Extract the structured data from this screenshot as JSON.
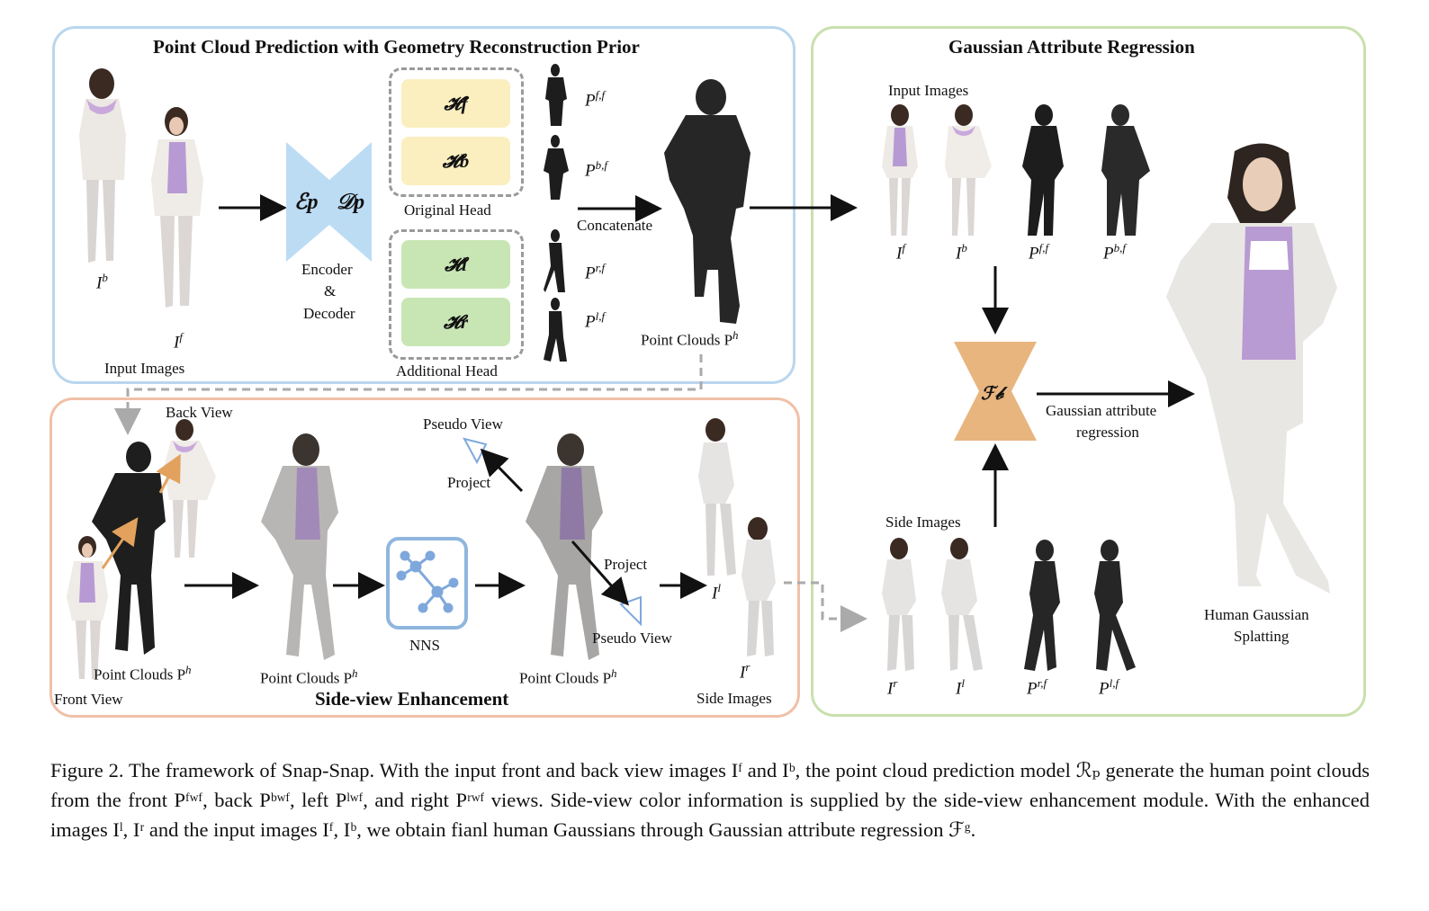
{
  "colors": {
    "panel_top_left": "#b9d6ee",
    "panel_bottom_left": "#f0c0a6",
    "panel_right": "#c9e0ad",
    "encoder": "#bcdcf4",
    "head_original": "#fbefc0",
    "head_additional": "#c8e6b4",
    "fg_block": "#e8b57f",
    "nns_border": "#8fb6de"
  },
  "top_left_panel": {
    "title": "Point Cloud Prediction with Geometry Reconstruction Prior",
    "input_images_label": "Input Images",
    "sym_ib": "I",
    "sym_ib_sup": "b",
    "sym_if": "I",
    "sym_if_sup": "f",
    "encoder_symbols": "ℰp    𝒟p",
    "encoder_label_1": "Encoder",
    "encoder_label_2": "&",
    "encoder_label_3": "Decoder",
    "heads": [
      "𝓗f",
      "𝓗b",
      "𝓗l",
      "𝓗r"
    ],
    "original_head_label": "Original Head",
    "additional_head_label": "Additional Head",
    "pc_labels": [
      "P",
      "P",
      "P",
      "P"
    ],
    "pc_sups": [
      "f,f",
      "b,f",
      "r,f",
      "l,f"
    ],
    "concatenate_label": "Concatenate",
    "point_clouds_label": "Point Clouds P",
    "point_clouds_sup": "h"
  },
  "bottom_left_panel": {
    "title": "Side-view Enhancement",
    "back_view_label": "Back View",
    "front_view_label": "Front View",
    "pc1_label": "Point Clouds P",
    "pc2_label": "Point Clouds P",
    "pc3_label": "Point Clouds P",
    "pc_sup": "h",
    "nns_label": "NNS",
    "pseudo_view_top": "Pseudo View",
    "project_top": "Project",
    "project_bottom": "Project",
    "pseudo_view_bottom": "Pseudo View",
    "sym_il": "I",
    "sym_il_sup": "l",
    "sym_ir": "I",
    "sym_ir_sup": "r",
    "side_images_label": "Side Images"
  },
  "right_panel": {
    "title": "Gaussian Attribute Regression",
    "input_images_label": "Input Images",
    "input_syms": [
      "I",
      "I",
      "P",
      "P"
    ],
    "input_sups": [
      "f",
      "b",
      "f,f",
      "b,f"
    ],
    "fg_symbol": "ℱ𝒷",
    "regression_label_1": "Gaussian attribute",
    "regression_label_2": "regression",
    "side_images_label": "Side Images",
    "side_syms": [
      "I",
      "I",
      "P",
      "P"
    ],
    "side_sups": [
      "r",
      "l",
      "r,f",
      "l,f"
    ],
    "output_label_1": "Human Gaussian",
    "output_label_2": "Splatting"
  },
  "caption": {
    "text": "Figure 2. The framework of Snap-Snap. With the input front and back view images Iᶠ and Iᵇ, the point cloud prediction model ℛₚ generate the human point clouds from the front Pᶠʷᶠ, back Pᵇʷᶠ, left Pˡʷᶠ, and right Pʳʷᶠ views. Side-view color information is supplied by the side-view enhancement module. With the enhanced images Iˡ, Iʳ and the input images Iᶠ, Iᵇ, we obtain fianl human Gaussians through Gaussian attribute regression ℱᵍ."
  }
}
